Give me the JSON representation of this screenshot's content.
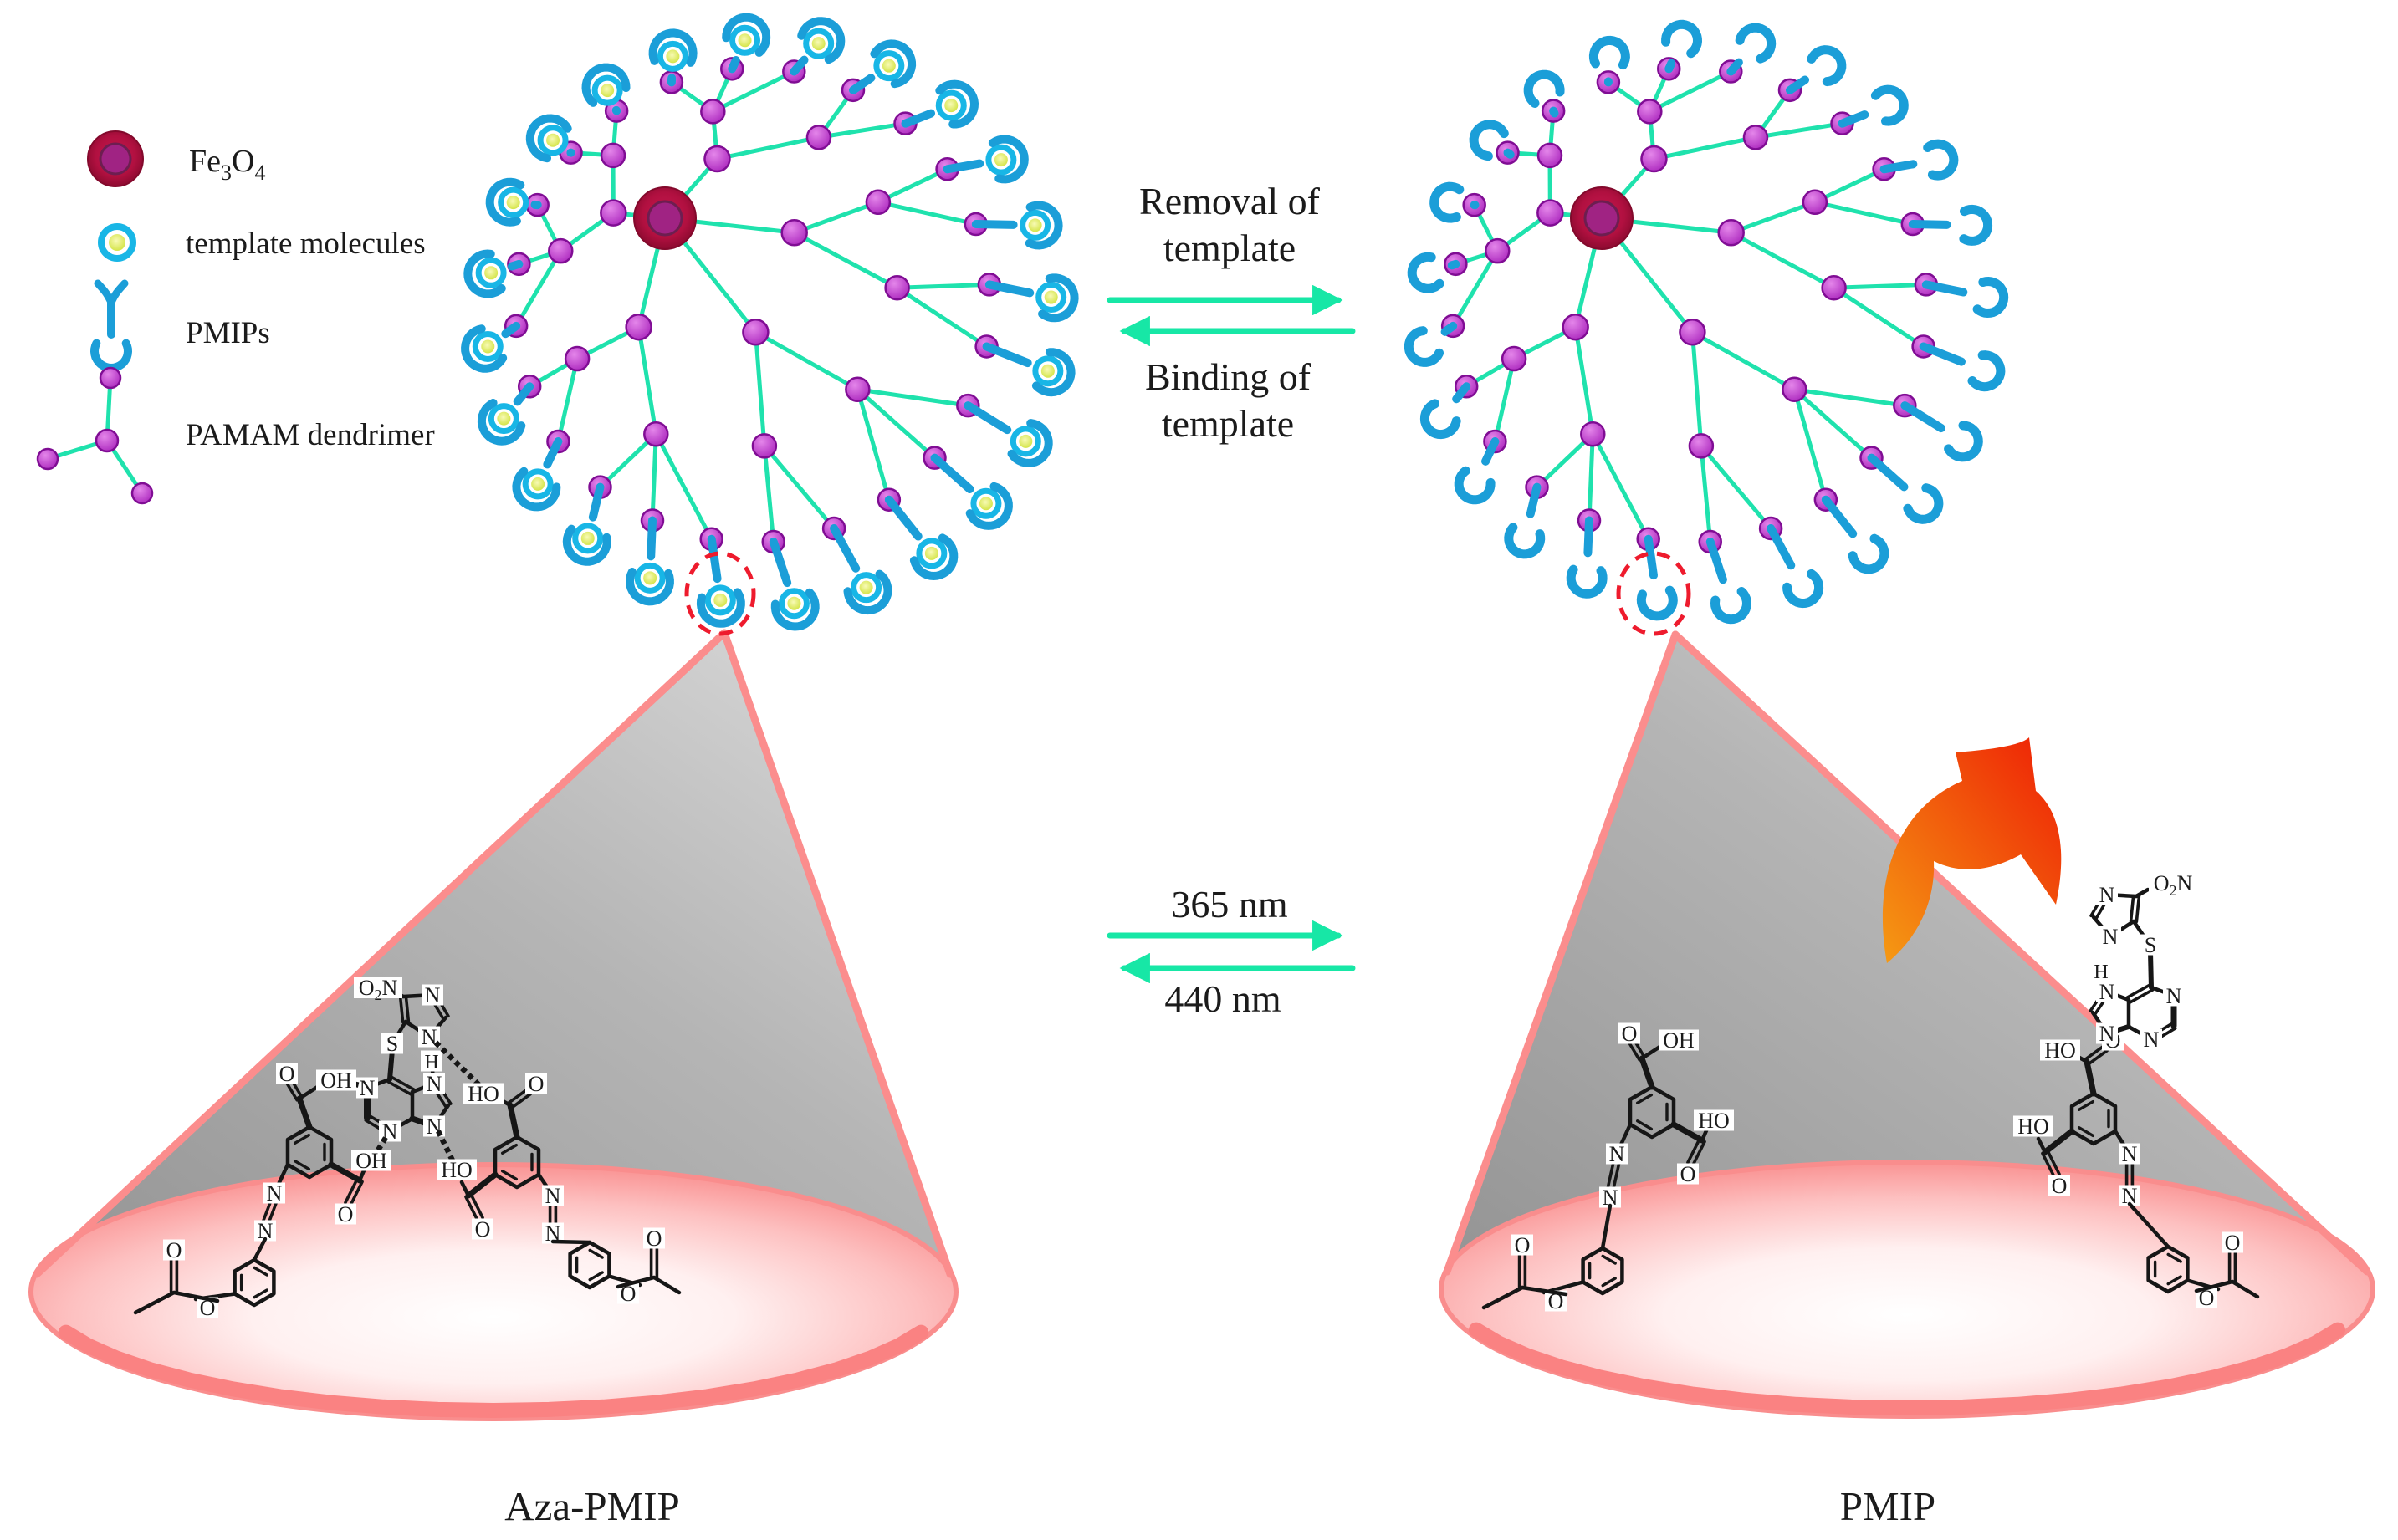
{
  "legend": {
    "items": [
      {
        "icon": "fe3o4-icon",
        "label": "Fe3O4",
        "parts": [
          [
            "Fe",
            false
          ],
          [
            "3",
            true
          ],
          [
            "O",
            false
          ],
          [
            "4",
            true
          ]
        ]
      },
      {
        "icon": "template-molecule-icon",
        "label": "template molecules"
      },
      {
        "icon": "pmips-icon",
        "label": "PMIPs"
      },
      {
        "icon": "pamam-dendrimer-icon",
        "label": "PAMAM dendrimer"
      }
    ]
  },
  "reactions": {
    "template_exchange": {
      "forward_lines": [
        "Removal of",
        "template"
      ],
      "backward_lines": [
        "Binding of",
        "template"
      ]
    },
    "photo_switch": {
      "forward": "365 nm",
      "backward": "440 nm"
    }
  },
  "products": {
    "left_label": "Aza-PMIP",
    "right_label": "PMIP"
  },
  "atoms": {
    "N": "N",
    "S": "S",
    "H": "H",
    "O": "O",
    "OH": "OH",
    "HO": "HO",
    "O2N": [
      [
        "O",
        false
      ],
      [
        "2",
        true
      ],
      [
        "N",
        false
      ]
    ]
  },
  "colors": {
    "background": "#ffffff",
    "link": "#1fe2ad",
    "arrow": "#17e7a6",
    "node_fill": "#ab27bd",
    "node_hi": "#e486ea",
    "node_edge": "#800d94",
    "claw": "#1b9ed8",
    "template_ring": "#18b6e6",
    "template_core": "#cfe138",
    "template_core_hi": "#f8fab6",
    "core_outer": "#b11040",
    "core_outer_edge": "#83092c",
    "core_inner": "#a02383",
    "core_inner_edge": "#6d1e50",
    "cone_gray_dark": "#949494",
    "cone_gray_mid": "#b5b5b5",
    "cone_gray_light": "#dcdcdc",
    "cone_rim": "#fb8d8d",
    "base_lip": "#fa8282",
    "base_edge": "#f98d8d",
    "base_mid": "#fdc0c0",
    "base_center": "#ffffff",
    "dashed_circle": "#ee1b2d",
    "chem": "#161616",
    "orange_start": "#f59a13",
    "orange_end": "#ee1e05"
  }
}
